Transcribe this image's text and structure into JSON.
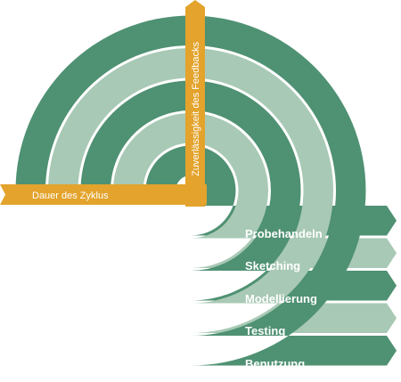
{
  "colors": {
    "dark_green": "#4f9173",
    "light_green": "#a8c9b5",
    "axis_orange": "#e3a32c",
    "gap_white": "#ffffff"
  },
  "bands": [
    {
      "label": "Probehandeln",
      "shade": "dark"
    },
    {
      "label": "Sketching",
      "shade": "light"
    },
    {
      "label": "Modellierung",
      "shade": "dark"
    },
    {
      "label": "Testing",
      "shade": "light"
    },
    {
      "label": "Benutzung",
      "shade": "dark"
    }
  ],
  "axes": {
    "horizontal_label": "Dauer des Zyklus",
    "vertical_label": "Zuverlässigkeit des Feedbacks"
  }
}
